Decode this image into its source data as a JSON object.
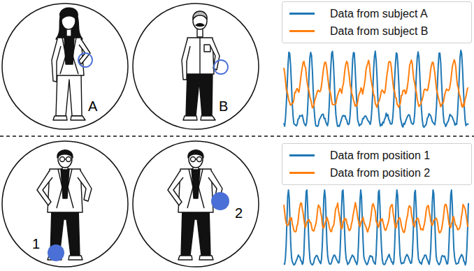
{
  "diagram": {
    "nodes": [
      {
        "text": [
          "A"
        ]
      },
      {
        "text": [
          "B"
        ]
      },
      {
        "text": [
          "1"
        ]
      },
      {
        "text": [
          "2"
        ]
      }
    ],
    "legend": [
      {
        "text": "Data from subject A",
        "color": "#1f77b4"
      },
      {
        "text": "Data from subject B",
        "color": "#ff7f0e"
      },
      {
        "text": "Data from position 1",
        "color": "#1f77b4"
      },
      {
        "text": "Data from position 2",
        "color": "#ff7f0e"
      }
    ]
  }
}
